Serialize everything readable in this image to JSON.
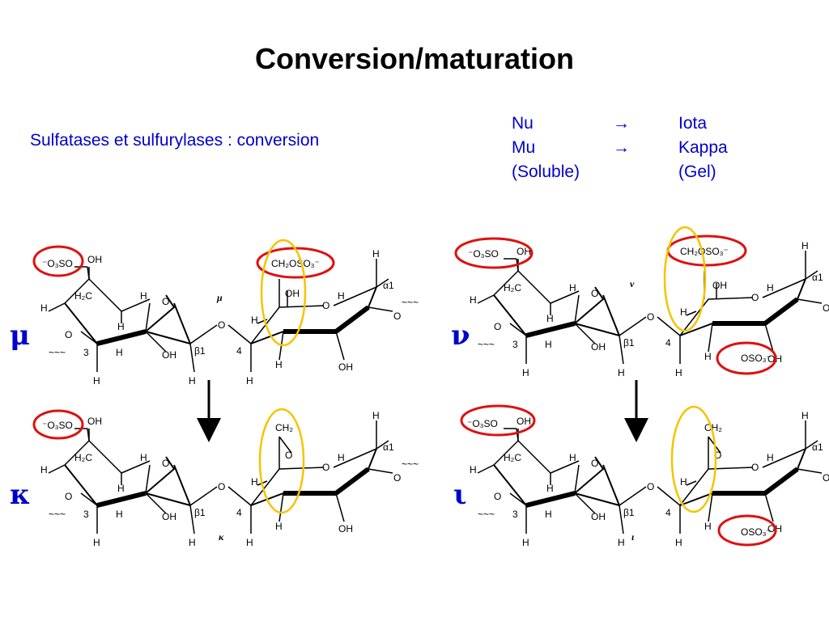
{
  "title": "Conversion/maturation",
  "subtitle": "Sulfatases et sulfurylases : conversion",
  "conversion": {
    "rows": [
      {
        "from": "Nu",
        "arrow": "→",
        "to": "Iota"
      },
      {
        "from": "Mu",
        "arrow": "→",
        "to": "Kappa"
      },
      {
        "from": "(Soluble)",
        "arrow": "",
        "to": "(Gel)"
      }
    ]
  },
  "panels": {
    "mu": {
      "symbol": "μ",
      "label": "μ"
    },
    "nu": {
      "symbol": "ν",
      "label": "ν"
    },
    "kappa": {
      "symbol": "κ",
      "label": "κ"
    },
    "iota": {
      "symbol": "ι",
      "label": "ι"
    }
  },
  "atoms": {
    "oh": "OH",
    "h": "H",
    "o": "O",
    "h2c": "H₂C",
    "ch2": "CH₂",
    "c3": "3",
    "c4": "4",
    "beta1": "β1",
    "alpha1": "α1",
    "o3so": "⁻O₃SO",
    "ch2oso3": "CH₂OSO₃⁻",
    "oso3": "OSO₃⁻",
    "wave": "~~~"
  },
  "colors": {
    "highlight_red": "#dd1111",
    "highlight_yellow": "#f5c400",
    "text_blue": "#0000cc"
  }
}
